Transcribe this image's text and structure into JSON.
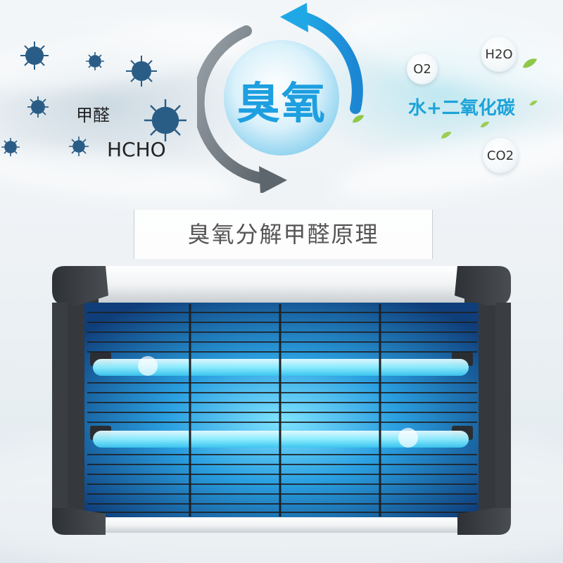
{
  "diagram": {
    "center_label": "臭氧",
    "left_labels": {
      "formaldehyde_cn": "甲醛",
      "formaldehyde_formula": "HCHO"
    },
    "right_labels": {
      "products_cn": "水+二氧化碳",
      "molecules": [
        "O2",
        "H2O",
        "CO2"
      ]
    },
    "title": "臭氧分解甲醛原理"
  },
  "colors": {
    "accent_blue": "#1ba3d9",
    "ozone_blue": "#1e9fe0",
    "virus_blue": "#2a5d86",
    "uv_glow": "#7fe3ff",
    "device_dark": "#3a3d41"
  },
  "icons": {
    "germ": "virus-germ-icon",
    "leaf": "leaf-icon",
    "arrow": "cycle-arrow-icon"
  }
}
